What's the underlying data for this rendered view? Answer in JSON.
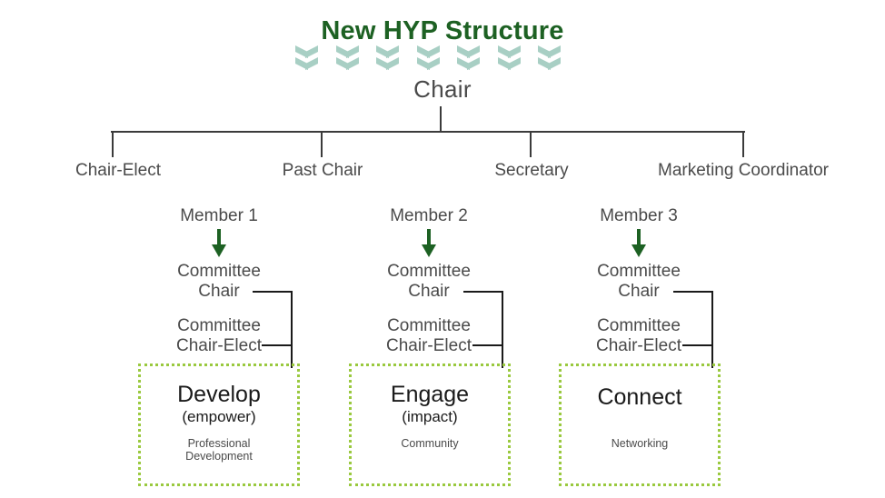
{
  "title": "New HYP Structure",
  "colors": {
    "title_green": "#1d6123",
    "chevron_green": "#a8cfc4",
    "arrow_green": "#1d6123",
    "box_border_green": "#9ac93f",
    "text_gray": "#4a4a4a",
    "line_gray": "#3b3b3b"
  },
  "decor": {
    "chevron_count": 7,
    "chevron_icon": "double-chevron-down-icon"
  },
  "root": {
    "label": "Chair"
  },
  "officers": [
    {
      "label": "Chair-Elect"
    },
    {
      "label": "Past Chair"
    },
    {
      "label": "Secretary"
    },
    {
      "label": "Marketing Coordinator"
    }
  ],
  "columns": [
    {
      "member": "Member 1",
      "arrow_icon": "arrow-down-icon",
      "committee_chair": "Committee\nChair",
      "committee_chair_elect": "Committee\nChair-Elect",
      "pillar": {
        "title": "Develop",
        "subtitle": "(empower)",
        "focus": "Professional\nDevelopment"
      }
    },
    {
      "member": "Member 2",
      "arrow_icon": "arrow-down-icon",
      "committee_chair": "Committee\nChair",
      "committee_chair_elect": "Committee\nChair-Elect",
      "pillar": {
        "title": "Engage",
        "subtitle": "(impact)",
        "focus": "Community"
      }
    },
    {
      "member": "Member 3",
      "arrow_icon": "arrow-down-icon",
      "committee_chair": "Committee\nChair",
      "committee_chair_elect": "Committee\nChair-Elect",
      "pillar": {
        "title": "Connect",
        "subtitle": "",
        "focus": "Networking"
      }
    }
  ]
}
